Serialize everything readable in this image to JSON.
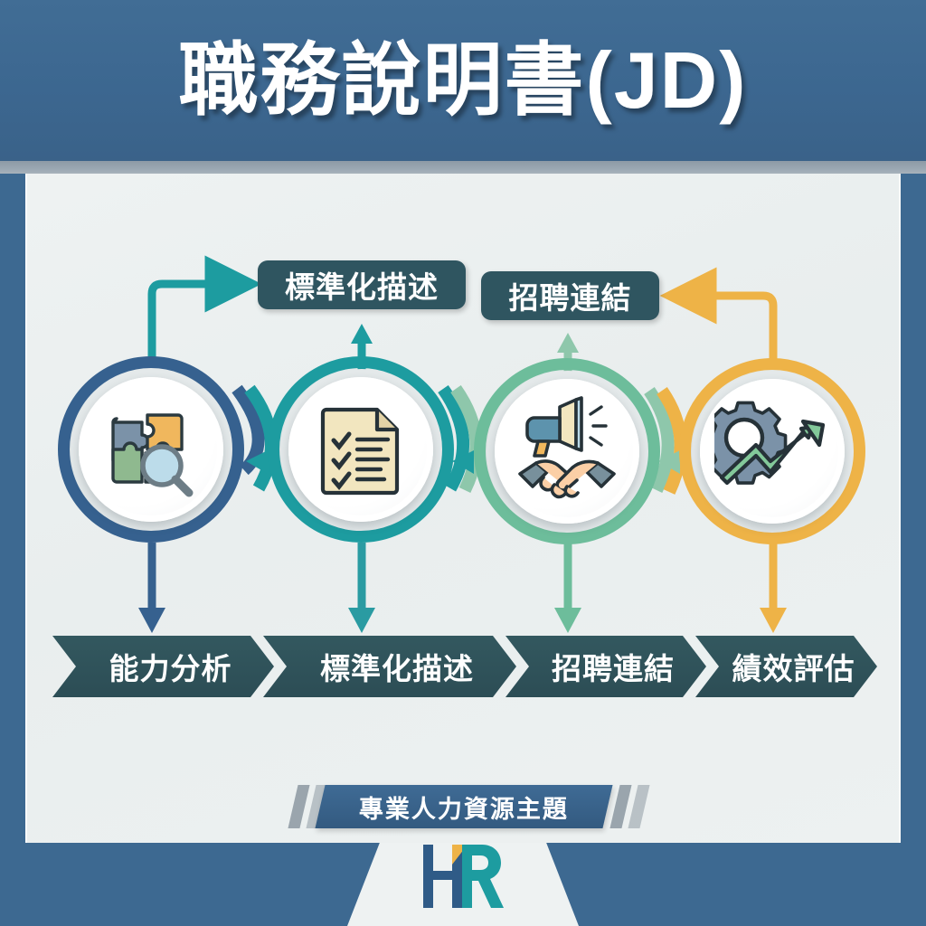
{
  "header": {
    "title": "職務說明書(JD)"
  },
  "theme": {
    "header_blue": "#3d6991",
    "panel_bg": "#eef2f2",
    "callout_bg": "#2f5560",
    "chevron_bg": "#2c4d55",
    "step_colors": [
      "#36618f",
      "#1d9ca0",
      "#6dbd9b",
      "#eeb347"
    ],
    "logo_navy": "#2f5b87",
    "logo_teal": "#1d9ca0",
    "logo_orange": "#eeb347"
  },
  "callouts": [
    {
      "label": "標準化描述",
      "connector_color": "#1d9ca0",
      "direction": "right"
    },
    {
      "label": "招聘連結",
      "connector_color": "#eeb347",
      "direction": "left"
    }
  ],
  "steps": [
    {
      "index": 1,
      "ring_color": "#36618f",
      "icon": "puzzle-magnifier-icon",
      "chevron_label": "能力分析",
      "arrow_color": "#36618f"
    },
    {
      "index": 2,
      "ring_color": "#1d9ca0",
      "icon": "checklist-document-icon",
      "chevron_label": "標準化描述",
      "arrow_color": "#1d9ca0"
    },
    {
      "index": 3,
      "ring_color": "#6dbd9b",
      "icon": "megaphone-handshake-icon",
      "chevron_label": "招聘連結",
      "arrow_color": "#6dbd9b"
    },
    {
      "index": 4,
      "ring_color": "#eeb347",
      "icon": "gear-growth-arrow-icon",
      "chevron_label": "績效評估",
      "arrow_color": "#eeb347"
    }
  ],
  "footer": {
    "banner_label": "專業人力資源主題",
    "logo_text": "HR"
  }
}
